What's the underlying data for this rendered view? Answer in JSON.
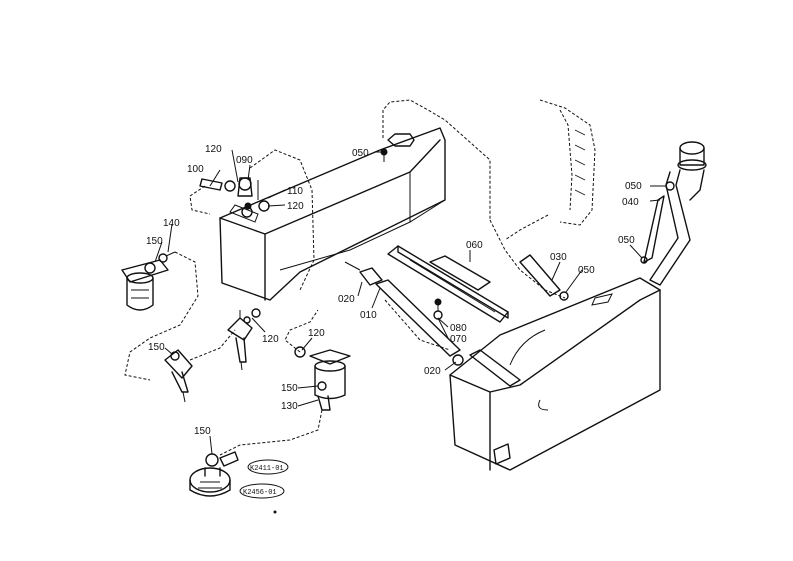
{
  "callouts": {
    "c100": "100",
    "c120a": "120",
    "c090": "090",
    "c110": "110",
    "c120b": "120",
    "c050a": "050",
    "c140": "140",
    "c150a": "150",
    "c150b": "150",
    "c120c": "120",
    "c120d": "120",
    "c150c": "150",
    "c130": "130",
    "c150d": "150",
    "c060": "060",
    "c020a": "020",
    "c010": "010",
    "c080": "080",
    "c070": "070",
    "c020b": "020",
    "c030": "030",
    "c050b": "050",
    "c050c": "050",
    "c040": "040",
    "c050d": "050"
  },
  "stamps": {
    "stamp1": "K2411-01",
    "stamp2": "K2456-01"
  }
}
